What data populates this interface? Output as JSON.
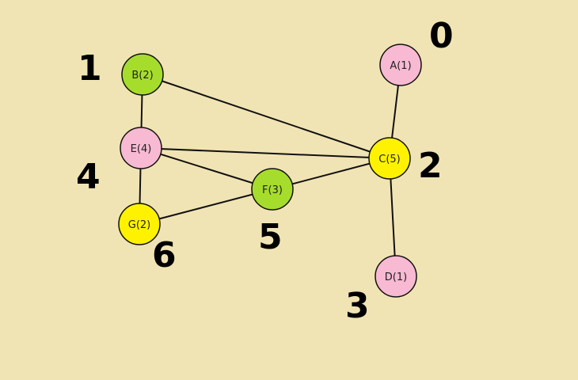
{
  "colors": {
    "background": "#f1e4b4",
    "pink": "#f8b9d2",
    "green": "#a6dd2c",
    "yellow": "#fff200",
    "edge": "#111111"
  },
  "nodes": [
    {
      "id": "A",
      "label": "A(1)",
      "color": "pink"
    },
    {
      "id": "B",
      "label": "B(2)",
      "color": "green"
    },
    {
      "id": "C",
      "label": "C(5)",
      "color": "yellow"
    },
    {
      "id": "D",
      "label": "D(1)",
      "color": "pink"
    },
    {
      "id": "E",
      "label": "E(4)",
      "color": "pink"
    },
    {
      "id": "F",
      "label": "F(3)",
      "color": "green"
    },
    {
      "id": "G",
      "label": "G(2)",
      "color": "yellow"
    }
  ],
  "edges": [
    [
      "B",
      "E"
    ],
    [
      "B",
      "C"
    ],
    [
      "E",
      "C"
    ],
    [
      "E",
      "F"
    ],
    [
      "E",
      "G"
    ],
    [
      "G",
      "F"
    ],
    [
      "F",
      "C"
    ],
    [
      "A",
      "C"
    ],
    [
      "C",
      "D"
    ]
  ],
  "annotations": [
    {
      "for": "A",
      "text": "0"
    },
    {
      "for": "B",
      "text": "1"
    },
    {
      "for": "C",
      "text": "2"
    },
    {
      "for": "D",
      "text": "3"
    },
    {
      "for": "E",
      "text": "4"
    },
    {
      "for": "F",
      "text": "5"
    },
    {
      "for": "G",
      "text": "6"
    }
  ]
}
